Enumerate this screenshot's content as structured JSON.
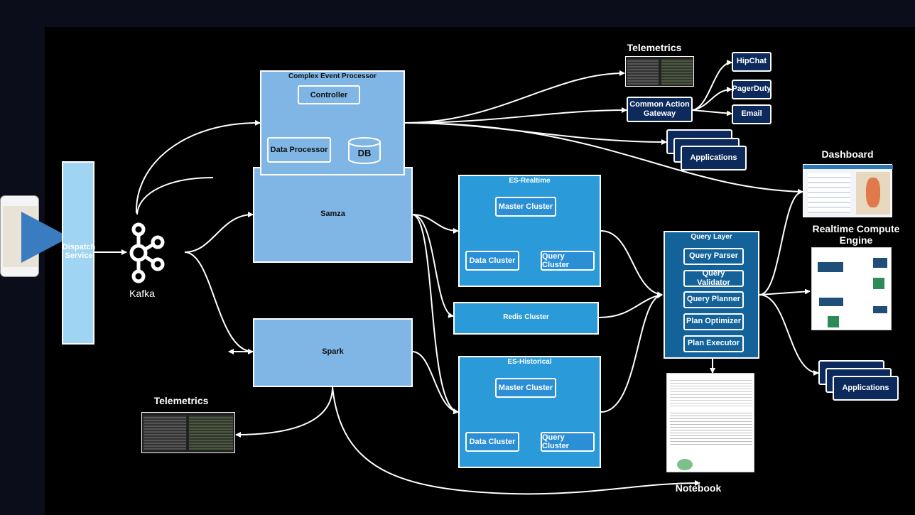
{
  "colors": {
    "background": "#000000",
    "panel_light": "#7fb6e6",
    "panel_blue": "#2a9bd8",
    "node_navy": "#0d2a5c",
    "edge": "#ffffff",
    "kafka": "#ffffff"
  },
  "dispatch": {
    "label": "Dispatch Service"
  },
  "kafka": {
    "label": "Kafka"
  },
  "cep": {
    "title": "Complex Event Processor",
    "controller": "Controller",
    "data_processor": "Data Processor",
    "db": "DB"
  },
  "samza": {
    "label": "Samza"
  },
  "spark": {
    "label": "Spark"
  },
  "telemetrics_top": {
    "label": "Telemetrics"
  },
  "telemetrics_bottom": {
    "label": "Telemetrics"
  },
  "common_action_gateway": {
    "label": "Common Action Gateway"
  },
  "hipchat": {
    "label": "HipChat"
  },
  "pagerduty": {
    "label": "PagerDuty"
  },
  "email": {
    "label": "Email"
  },
  "applications_top": {
    "label": "Applications"
  },
  "applications_bottom": {
    "label": "Applications"
  },
  "es_realtime": {
    "title": "ES-Realtime",
    "master": "Master Cluster",
    "data": "Data Cluster",
    "query": "Query Cluster"
  },
  "redis": {
    "label": "Redis Cluster"
  },
  "es_historical": {
    "title": "ES-Historical",
    "master": "Master Cluster",
    "data": "Data Cluster",
    "query": "Query Cluster"
  },
  "query_layer": {
    "title": "Query Layer",
    "items": [
      "Query Parser",
      "Query Validator",
      "Query Planner",
      "Plan Optimizer",
      "Plan Executor"
    ]
  },
  "dashboard": {
    "label": "Dashboard"
  },
  "realtime_compute": {
    "label": "Realtime Compute Engine"
  },
  "notebook": {
    "label": "Notebook"
  }
}
